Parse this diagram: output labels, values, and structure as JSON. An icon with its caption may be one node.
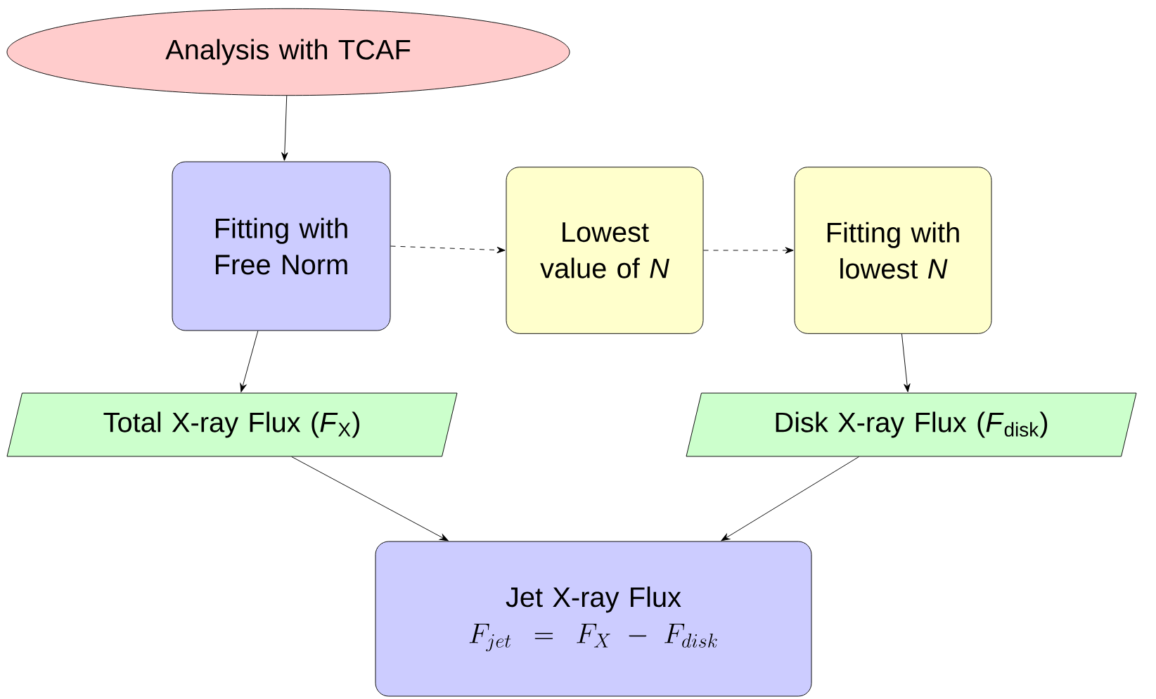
{
  "diagram": {
    "nodes": [
      {
        "text": [
          "Analysis with TCAF"
        ]
      },
      {
        "text": [
          "Fitting with Free Norm"
        ]
      },
      {
        "text": [
          "Lowest value of *N*"
        ]
      },
      {
        "text": [
          "Fitting with lowest *N*"
        ]
      },
      {
        "text": [
          "Total X-ray Flux (*F*$_{X}$)"
        ]
      },
      {
        "text": [
          "Disk X-ray Flux (*F*$_{disk}$)"
        ]
      },
      {
        "text": [
          "Jet X-ray Flux",
          "F_{jet} \\, = \\, F_X \\, - \\, F_{disk}"
        ]
      }
    ],
    "edges": [
      {
        "from": 0,
        "to": 1,
        "arrow": "to"
      },
      {
        "from": 1,
        "to": 2,
        "arrow": "to",
        "style": "dashed"
      },
      {
        "from": 2,
        "to": 3,
        "arrow": "to",
        "style": "dashed"
      },
      {
        "from": 1,
        "to": 4,
        "arrow": "to"
      },
      {
        "from": 3,
        "to": 5,
        "arrow": "to"
      },
      {
        "from": 4,
        "to": 6,
        "arrow": "to"
      },
      {
        "from": 5,
        "to": 6,
        "arrow": "to"
      }
    ]
  }
}
